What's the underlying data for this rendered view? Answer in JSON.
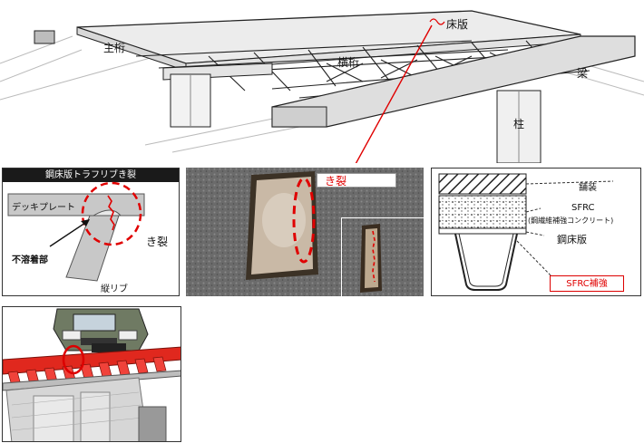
{
  "bridge": {
    "label_main_girder": "主桁",
    "label_deck": "床版",
    "label_cross_beam": "横桁",
    "label_beam": "梁",
    "label_column": "柱"
  },
  "rib_detail": {
    "title": "鋼床版トラフリブき裂",
    "deck_plate": "デッキプレート",
    "crack": "き裂",
    "unwelded": "不溶着部",
    "rib": "縦リブ"
  },
  "photo": {
    "crack_tag": "き裂"
  },
  "sfrc": {
    "pavement": "舗装",
    "sfrc": "SFRC",
    "sfrc_full": "(鋼繊維補強コンクリート)",
    "steel_deck": "鋼床版",
    "badge": "SFRC補強"
  },
  "colors": {
    "accent_red": "#e00000",
    "header_black": "#1a1a1a",
    "deck_gray": "#c8c8c8",
    "render_red": "#e0281e"
  }
}
